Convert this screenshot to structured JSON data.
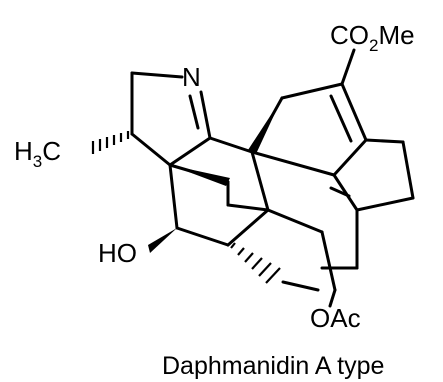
{
  "molecule": {
    "caption": "Daphmanidin A type",
    "labels": {
      "ester_prefix": "CO",
      "ester_sub": "2",
      "ester_suffix": "Me",
      "imine_n": "N",
      "methyl_prefix": "H",
      "methyl_sub": "3",
      "methyl_suffix": "C",
      "hydroxyl": "HO",
      "acetoxy": "OAc"
    }
  }
}
